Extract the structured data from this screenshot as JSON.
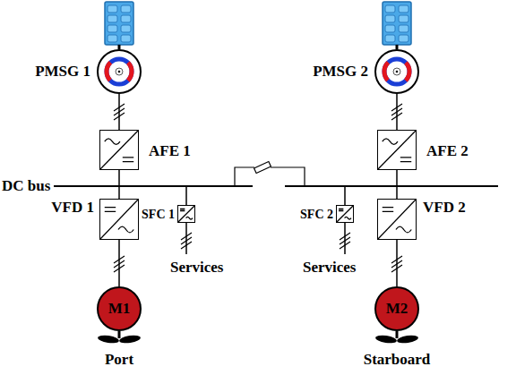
{
  "diagram": {
    "nodes": [
      {
        "text": [
          "PMSG 1"
        ]
      },
      {
        "text": [
          "PMSG 2"
        ]
      },
      {
        "text": [
          "AFE 1"
        ]
      },
      {
        "text": [
          "AFE 2"
        ]
      },
      {
        "text": [
          "VFD 1"
        ]
      },
      {
        "text": [
          "SFC 1"
        ]
      },
      {
        "text": [
          "SFC 2"
        ]
      },
      {
        "text": [
          "VFD 2"
        ]
      },
      {
        "text": [
          "M1"
        ]
      },
      {
        "text": [
          "M2"
        ]
      }
    ],
    "edges": [
      {
        "from": 0,
        "to": 2,
        "arrow": "none"
      },
      {
        "from": 1,
        "to": 3,
        "arrow": "none"
      },
      {
        "from": 4,
        "to": 8,
        "arrow": "none"
      },
      {
        "from": 7,
        "to": 9,
        "arrow": "none"
      }
    ],
    "labels": [
      "DC bus",
      "Services",
      "Services",
      "Port",
      "Starboard"
    ]
  }
}
